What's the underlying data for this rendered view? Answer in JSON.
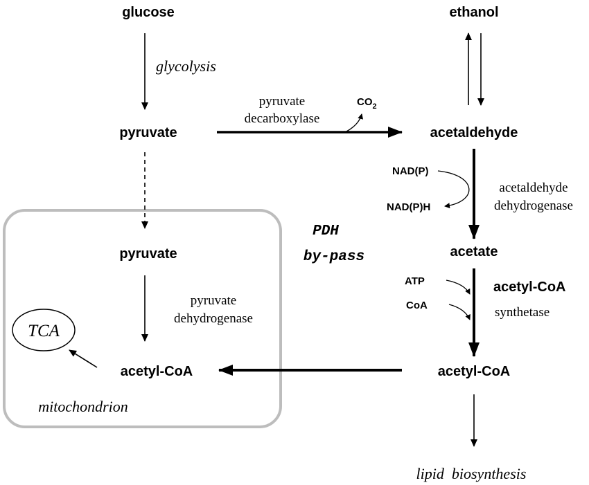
{
  "nodes": {
    "glucose": "glucose",
    "ethanol": "ethanol",
    "pyruvate_cytosol": "pyruvate",
    "acetaldehyde": "acetaldehyde",
    "pyruvate_mito": "pyruvate",
    "acetate": "acetate",
    "acetyl_coa_mito": "acetyl-CoA",
    "acetyl_coa_cytosol": "acetyl-CoA",
    "tca": "TCA",
    "lipid": "lipid  biosynthesis"
  },
  "enzymes": {
    "glycolysis": "glycolysis",
    "pdc_line1": "pyruvate",
    "pdc_line2": "decarboxylase",
    "ald_line1": "acetaldehyde",
    "ald_line2": "dehydrogenase",
    "acs_line1": "acetyl-CoA",
    "acs_line2": "synthetase",
    "pdh_line1": "pyruvate",
    "pdh_line2": "dehydrogenase"
  },
  "cofactors": {
    "co2": "CO",
    "co2_sub": "2",
    "nadp": "NAD(P)",
    "nadph": "NAD(P)H",
    "atp": "ATP",
    "coa": "CoA"
  },
  "labels": {
    "pdh_bypass_line1": "PDH",
    "pdh_bypass_line2": "by-pass",
    "compartment": "mitochondrion"
  }
}
